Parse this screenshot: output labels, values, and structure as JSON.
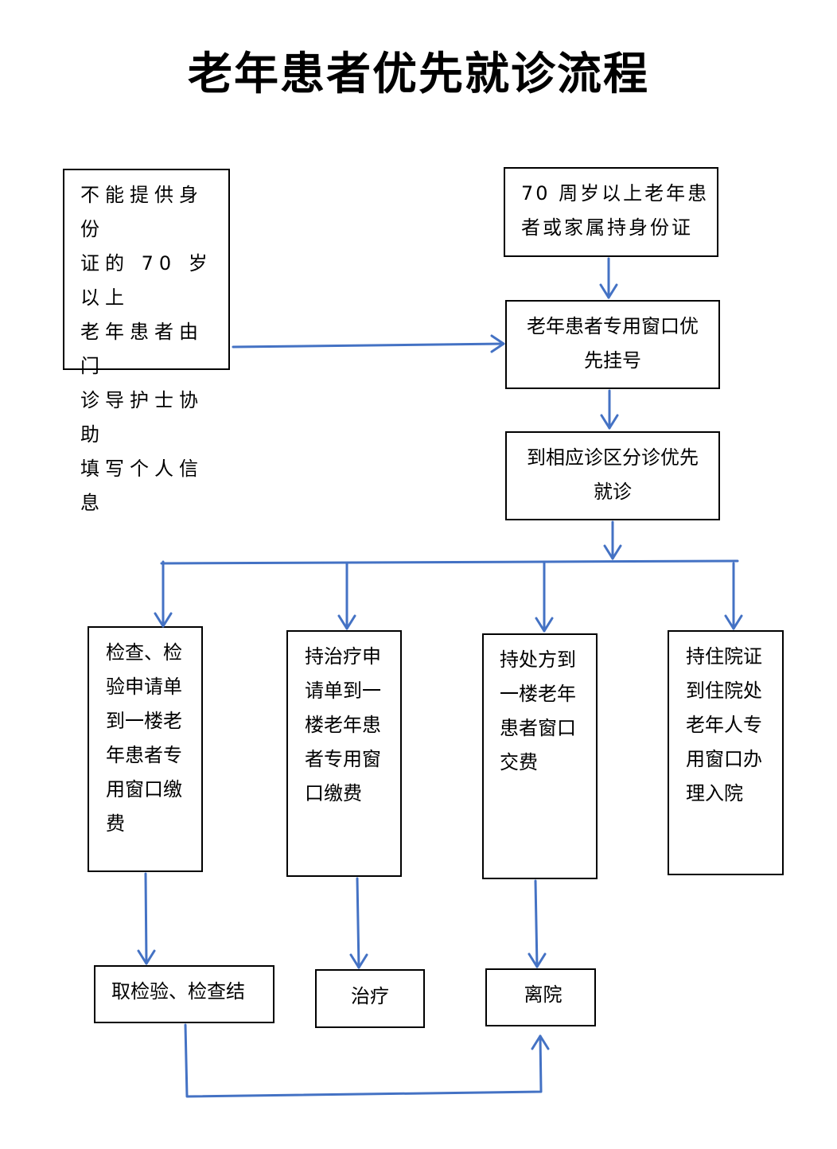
{
  "title": "老年患者优先就诊流程",
  "colors": {
    "arrow": "#4472c4",
    "border": "#000000"
  },
  "boxes": {
    "no_id": "不能提供身份\n证的 70 岁以上\n老年患者由门\n诊导护士协助\n填写个人信息",
    "with_id": "70 周岁以上老年患\n者或家属持身份证",
    "register": "老年患者专用窗口优\n先挂号",
    "clinic": "到相应诊区分诊优先\n就诊",
    "exam_pay": "检查、检\n验申请单\n到一楼老\n年患者专\n用窗口缴\n费",
    "treat_pay": "持治疗申\n请单到一\n楼老年患\n者专用窗\n口缴费",
    "rx_pay": "持处方到\n一楼老年\n患者窗口\n交费",
    "admission": "持住院证\n到住院处\n老年人专\n用窗口办\n理入院",
    "get_results": "取检验、检查结",
    "treatment": "治疗",
    "discharge": "离院"
  }
}
